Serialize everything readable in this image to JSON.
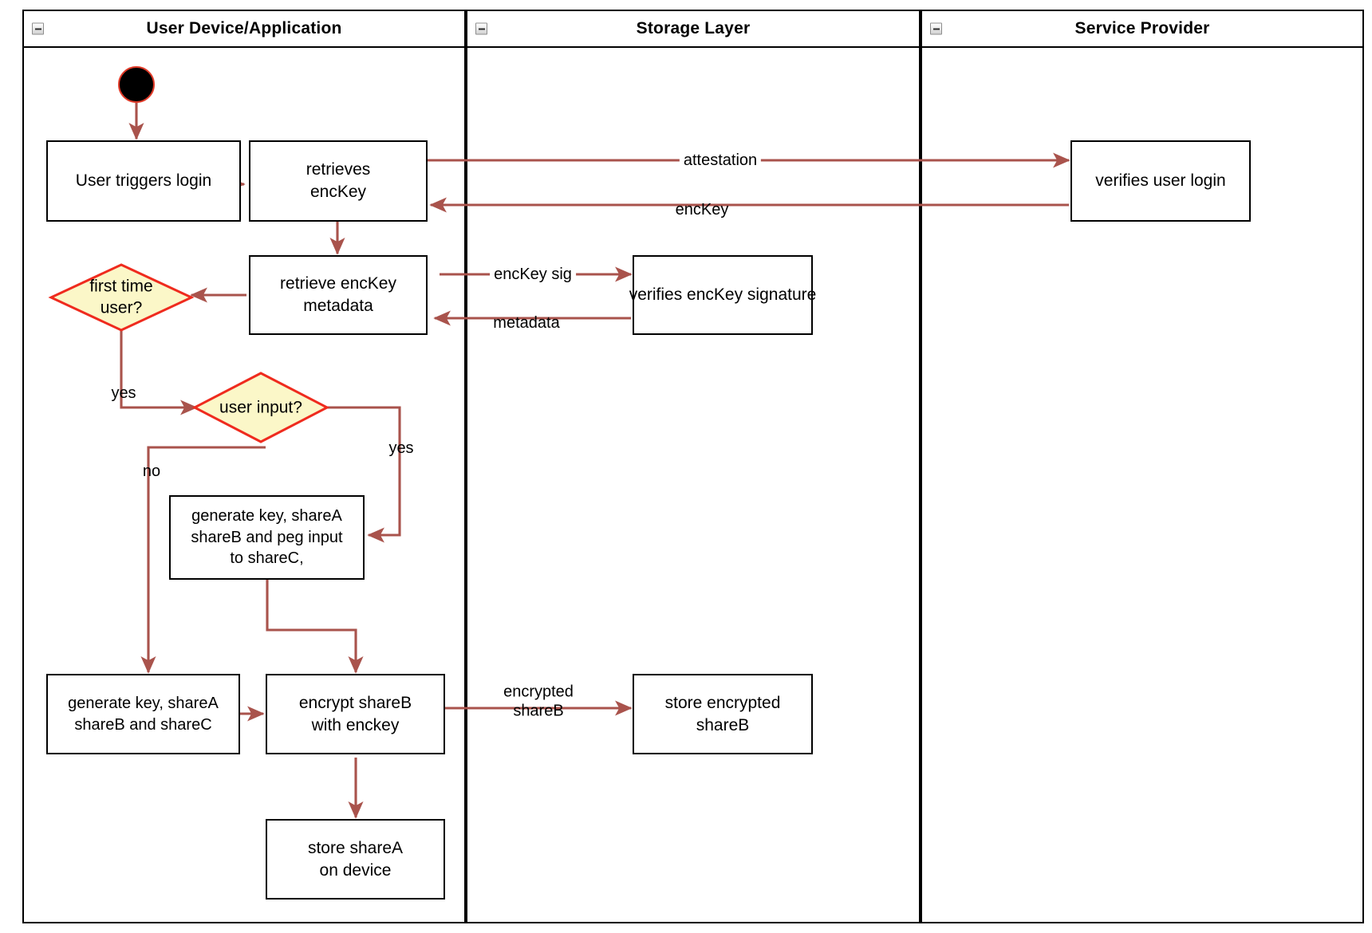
{
  "diagram": {
    "type": "uml-activity-swimlane",
    "edge_color": "#a9534c",
    "decision_fill": "#fbf7c8",
    "decision_stroke": "#ef2b1e",
    "node_stroke": "#000000",
    "start_fill": "#000000",
    "start_stroke": "#e03a28"
  },
  "lanes": [
    {
      "id": "lane-user-device",
      "title": "User Device/Application",
      "collapse_icon": "minus-box-icon"
    },
    {
      "id": "lane-storage",
      "title": "Storage Layer",
      "collapse_icon": "minus-box-icon"
    },
    {
      "id": "lane-service-provider",
      "title": "Service Provider",
      "collapse_icon": "minus-box-icon"
    }
  ],
  "nodes": {
    "start": {
      "name": "start-node",
      "label": ""
    },
    "user_triggers_login": {
      "label": "User triggers login"
    },
    "retrieves_enckey": {
      "label": "retrieves\nencKey"
    },
    "retrieve_enckey_metadata": {
      "label": "retrieve encKey\nmetadata"
    },
    "first_time_user": {
      "label": "first time\nuser?"
    },
    "user_input": {
      "label": "user input?"
    },
    "generate_peg": {
      "label": "generate key, shareA\nshareB and peg input\nto shareC,"
    },
    "generate_shares": {
      "label": "generate key, shareA\nshareB and shareC"
    },
    "encrypt_shareb": {
      "label": "encrypt shareB\nwith enckey"
    },
    "store_sharea": {
      "label": "store shareA\non device"
    },
    "verifies_user_login": {
      "label": "verifies user login"
    },
    "verifies_enckey_signature": {
      "label": "verifies encKey signature"
    },
    "store_encrypted_shareb": {
      "label": "store encrypted\nshareB"
    }
  },
  "edge_labels": {
    "attestation": "attestation",
    "enckey": "encKey",
    "enckey_sig": "encKey sig",
    "metadata": "metadata",
    "yes_first_time": "yes",
    "yes_user_input": "yes",
    "no_user_input": "no",
    "encrypted_shareb": "encrypted\nshareB"
  }
}
